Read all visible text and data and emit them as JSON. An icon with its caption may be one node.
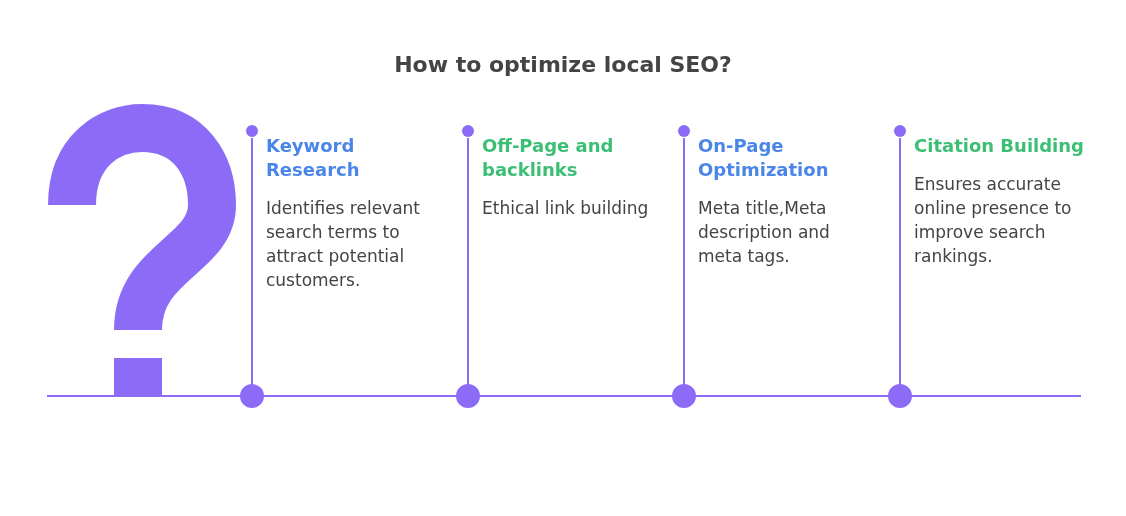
{
  "diagram": {
    "title": "How to optimize local SEO?",
    "nodes": [
      {
        "text": [
          "Keyword Research",
          "Identifies relevant search terms to attract potential customers."
        ]
      },
      {
        "text": [
          "Off-Page and backlinks",
          "Ethical link building"
        ]
      },
      {
        "text": [
          "On-Page Optimization",
          "Meta title,Meta description and meta tags."
        ]
      },
      {
        "text": [
          "Citation Building",
          "Ensures accurate online presence to improve search rankings."
        ]
      }
    ]
  }
}
